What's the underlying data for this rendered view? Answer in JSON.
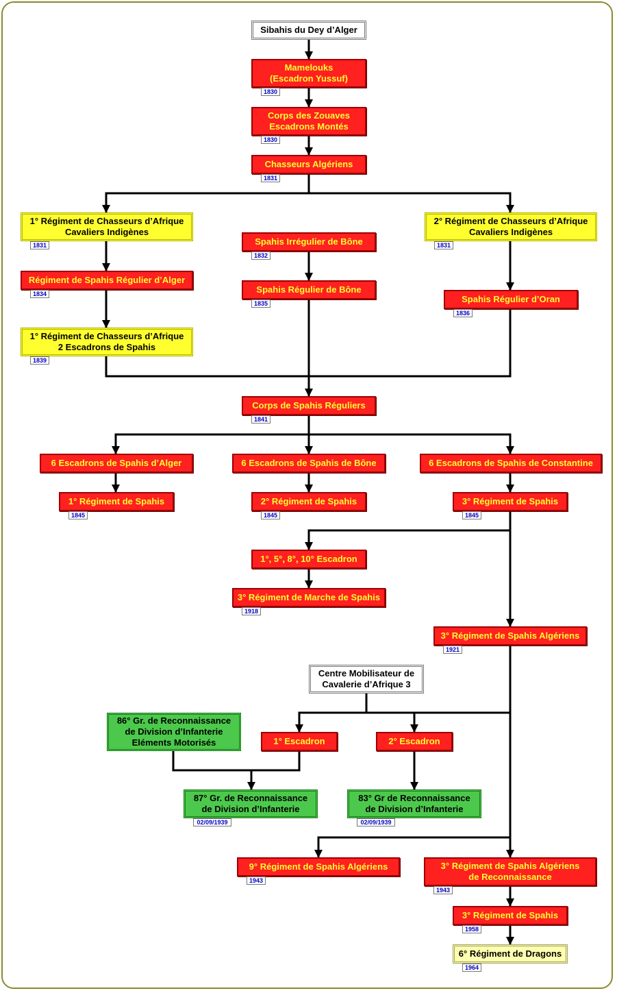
{
  "nodes": {
    "sibahis": {
      "label": "Sibahis du Dey d’Alger"
    },
    "mamelouks": {
      "label": "Mamelouks\n(Escadron Yussuf)",
      "year": "1830"
    },
    "zouaves": {
      "label": "Corps des Zouaves\nEscadrons Montés",
      "year": "1830"
    },
    "chasseurs_alg": {
      "label": "Chasseurs Algériens",
      "year": "1831"
    },
    "rca1_cav": {
      "label": "1° Régiment de Chasseurs d’Afrique\nCavaliers Indigènes",
      "year": "1831"
    },
    "rca2_cav": {
      "label": "2° Régiment de Chasseurs d’Afrique\nCavaliers Indigènes",
      "year": "1831"
    },
    "spahis_irr_bone": {
      "label": "Spahis Irrégulier de Bône",
      "year": "1832"
    },
    "spahis_reg_alger": {
      "label": "Régiment de Spahis Régulier d’Alger",
      "year": "1834"
    },
    "spahis_reg_bone": {
      "label": "Spahis Régulier de Bône",
      "year": "1835"
    },
    "spahis_reg_oran": {
      "label": "Spahis Régulier d’Oran",
      "year": "1836"
    },
    "rca1_spahis": {
      "label": "1° Régiment de Chasseurs d’Afrique\n2 Escadrons de Spahis",
      "year": "1839"
    },
    "corps_spahis": {
      "label": "Corps de Spahis Réguliers",
      "year": "1841"
    },
    "esc_alger": {
      "label": "6 Escadrons de Spahis d’Alger"
    },
    "esc_bone": {
      "label": "6 Escadrons de Spahis de Bône"
    },
    "esc_constantine": {
      "label": "6 Escadrons de Spahis de Constantine"
    },
    "rs1": {
      "label": "1° Régiment de Spahis",
      "year": "1845"
    },
    "rs2": {
      "label": "2° Régiment de Spahis",
      "year": "1845"
    },
    "rs3": {
      "label": "3° Régiment de Spahis",
      "year": "1845"
    },
    "escadrons": {
      "label": "1°, 5°, 8°, 10° Escadron"
    },
    "rms3": {
      "label": "3° Régiment de Marche de Spahis",
      "year": "1918"
    },
    "rsa3": {
      "label": "3° Régiment de Spahis Algériens",
      "year": "1921"
    },
    "cmca3": {
      "label": "Centre Mobilisateur de\nCavalerie d’Afrique 3"
    },
    "gr86": {
      "label": "86° Gr. de Reconnaissance\nde Division d’Infanterie\nEléments Motorisés"
    },
    "esc1": {
      "label": "1° Escadron"
    },
    "esc2": {
      "label": "2° Escadron"
    },
    "gr87": {
      "label": "87° Gr. de Reconnaissance\nde Division d’Infanterie",
      "year": "02/09/1939"
    },
    "gr83": {
      "label": "83° Gr de Reconnaissance\nde Division d’Infanterie",
      "year": "02/09/1939"
    },
    "rsa9": {
      "label": "9° Régiment de Spahis Algériens",
      "year": "1943"
    },
    "rsar3": {
      "label": "3° Régiment de Spahis Algériens\nde Reconnaissance",
      "year": "1943"
    },
    "rs3b": {
      "label": "3° Régiment de Spahis",
      "year": "1958"
    },
    "rd6": {
      "label": "6° Régiment de Dragons",
      "year": "1964"
    }
  },
  "colors": {
    "red_fill": "#ff2020",
    "red_text": "#ffff33",
    "yellow_fill": "#ffff30",
    "green_fill": "#4cc94c",
    "cream_fill": "#ffffb0",
    "year_text": "#0000c0",
    "frame": "#8a8a2a"
  }
}
